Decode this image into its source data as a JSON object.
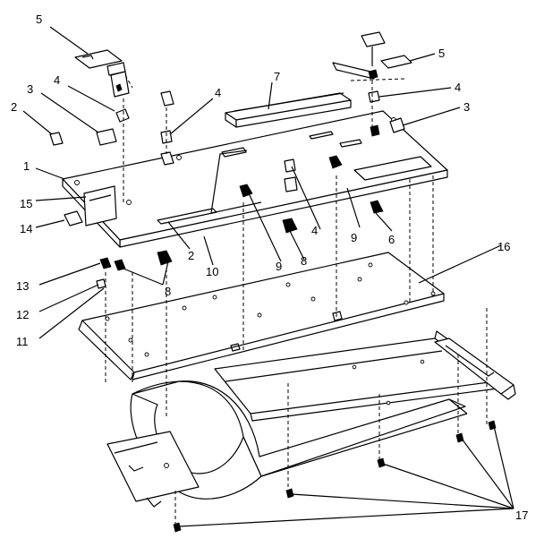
{
  "diagram": {
    "callouts": [
      {
        "id": "c5a",
        "text": "5"
      },
      {
        "id": "c4a",
        "text": "4"
      },
      {
        "id": "c3a",
        "text": "3"
      },
      {
        "id": "c2a",
        "text": "2"
      },
      {
        "id": "c1",
        "text": "1"
      },
      {
        "id": "c15",
        "text": "15"
      },
      {
        "id": "c14",
        "text": "14"
      },
      {
        "id": "c4b",
        "text": "4"
      },
      {
        "id": "c7",
        "text": "7"
      },
      {
        "id": "c5b",
        "text": "5"
      },
      {
        "id": "c4c",
        "text": "4"
      },
      {
        "id": "c3b",
        "text": "3"
      },
      {
        "id": "c4d",
        "text": "4"
      },
      {
        "id": "c9a",
        "text": "9"
      },
      {
        "id": "c6",
        "text": "6"
      },
      {
        "id": "c16",
        "text": "16"
      },
      {
        "id": "c2b",
        "text": "2"
      },
      {
        "id": "c10",
        "text": "10"
      },
      {
        "id": "c9b",
        "text": "9"
      },
      {
        "id": "c8a",
        "text": "8"
      },
      {
        "id": "c8b",
        "text": "8"
      },
      {
        "id": "c13",
        "text": "13"
      },
      {
        "id": "c12",
        "text": "12"
      },
      {
        "id": "c11",
        "text": "11"
      },
      {
        "id": "c17",
        "text": "17"
      }
    ]
  }
}
